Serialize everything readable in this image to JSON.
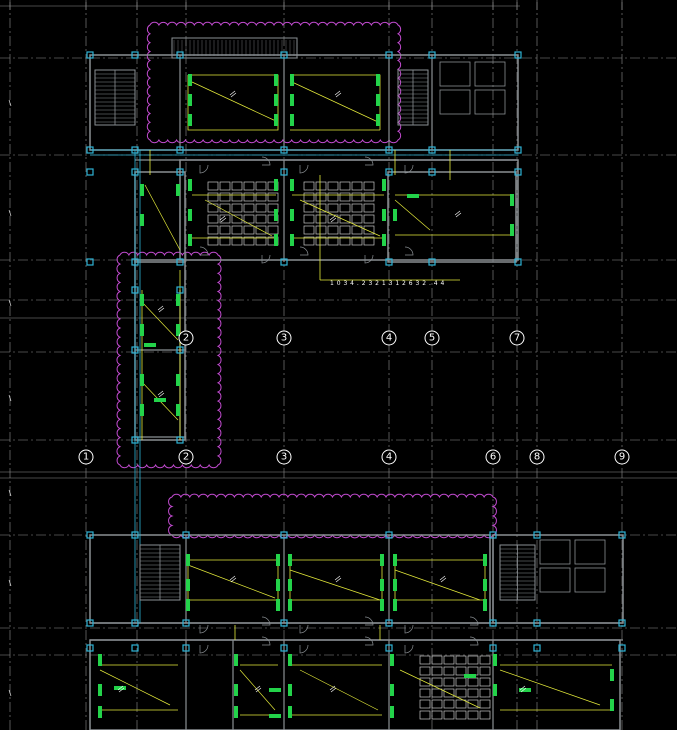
{
  "drawing": {
    "axes_upper": [
      "2",
      "3",
      "4",
      "5",
      "7"
    ],
    "axes_middle": [
      "1",
      "2",
      "3",
      "4",
      "6",
      "8",
      "9"
    ],
    "circuit_note": "1 0 3 4 . 2 3 2 1   3 1 2 6   3 2 . 4 4"
  },
  "colors": {
    "background": "#000000",
    "wall": "#8a8f93",
    "column": "#2fb4d6",
    "conduit": "#e4ea3a",
    "fixture": "#23d34a",
    "cloud": "#c24bd0",
    "text": "#ffffff",
    "grid": "#8f8f8f",
    "desk": "#c8c8c8"
  }
}
